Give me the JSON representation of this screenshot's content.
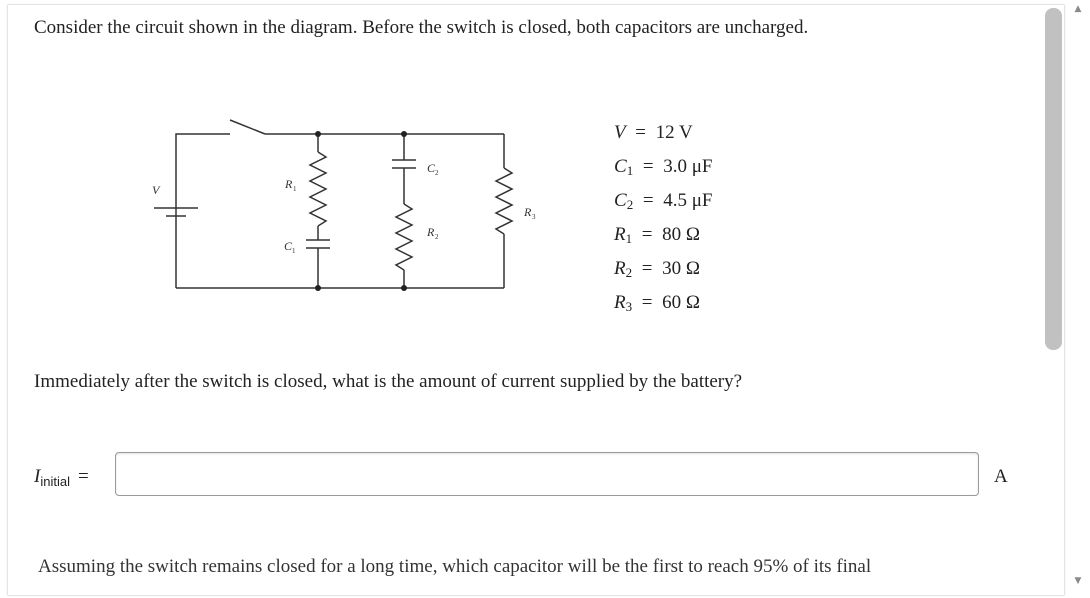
{
  "problem": {
    "intro": "Consider the circuit shown in the diagram. Before the switch is closed, both capacitors are uncharged.",
    "question1": "Immediately after the switch is closed, what is the amount of current supplied by the battery?",
    "question2": "Assuming the switch remains closed for a long time, which capacitor will be the first to reach 95% of its final"
  },
  "diagram": {
    "labels": {
      "battery": "V",
      "r1": "R",
      "r1_sub": "1",
      "c1": "C",
      "c1_sub": "1",
      "c2": "C",
      "c2_sub": "2",
      "r2": "R",
      "r2_sub": "2",
      "r3": "R",
      "r3_sub": "3"
    }
  },
  "given": [
    {
      "sym": "V",
      "sub": "",
      "value": "12 V"
    },
    {
      "sym": "C",
      "sub": "1",
      "value": "3.0 μF"
    },
    {
      "sym": "C",
      "sub": "2",
      "value": "4.5 μF"
    },
    {
      "sym": "R",
      "sub": "1",
      "value": "80 Ω"
    },
    {
      "sym": "R",
      "sub": "2",
      "value": "30 Ω"
    },
    {
      "sym": "R",
      "sub": "3",
      "value": "60 Ω"
    }
  ],
  "answer": {
    "var": "I",
    "sub": "initial",
    "eq": "=",
    "value": "",
    "placeholder": "",
    "unit": "A"
  },
  "scrollbar": {
    "up_icon": "▲",
    "down_icon": "▼"
  }
}
